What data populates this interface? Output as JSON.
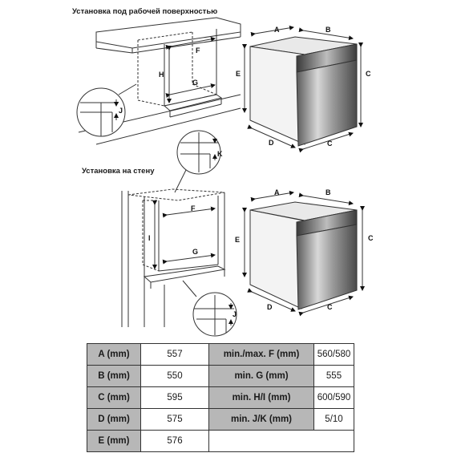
{
  "headings": {
    "under_counter": "Установка под рабочей поверхностью",
    "wall": "Установка на стену"
  },
  "labels": {
    "A": "A",
    "B": "B",
    "C": "C",
    "D": "D",
    "E": "E",
    "F": "F",
    "G": "G",
    "H": "H",
    "I": "I",
    "J": "J",
    "K": "K"
  },
  "table": {
    "rows": [
      {
        "k1": "A (mm)",
        "v1": "557",
        "k2": "min./max. F (mm)",
        "v2": "560/580"
      },
      {
        "k1": "B (mm)",
        "v1": "550",
        "k2": "min. G (mm)",
        "v2": "555"
      },
      {
        "k1": "C (mm)",
        "v1": "595",
        "k2": "min. H/I (mm)",
        "v2": "600/590"
      },
      {
        "k1": "D (mm)",
        "v1": "575",
        "k2": "min. J/K (mm)",
        "v2": "5/10"
      },
      {
        "k1": "E (mm)",
        "v1": "576",
        "k2": "",
        "v2": ""
      }
    ]
  }
}
